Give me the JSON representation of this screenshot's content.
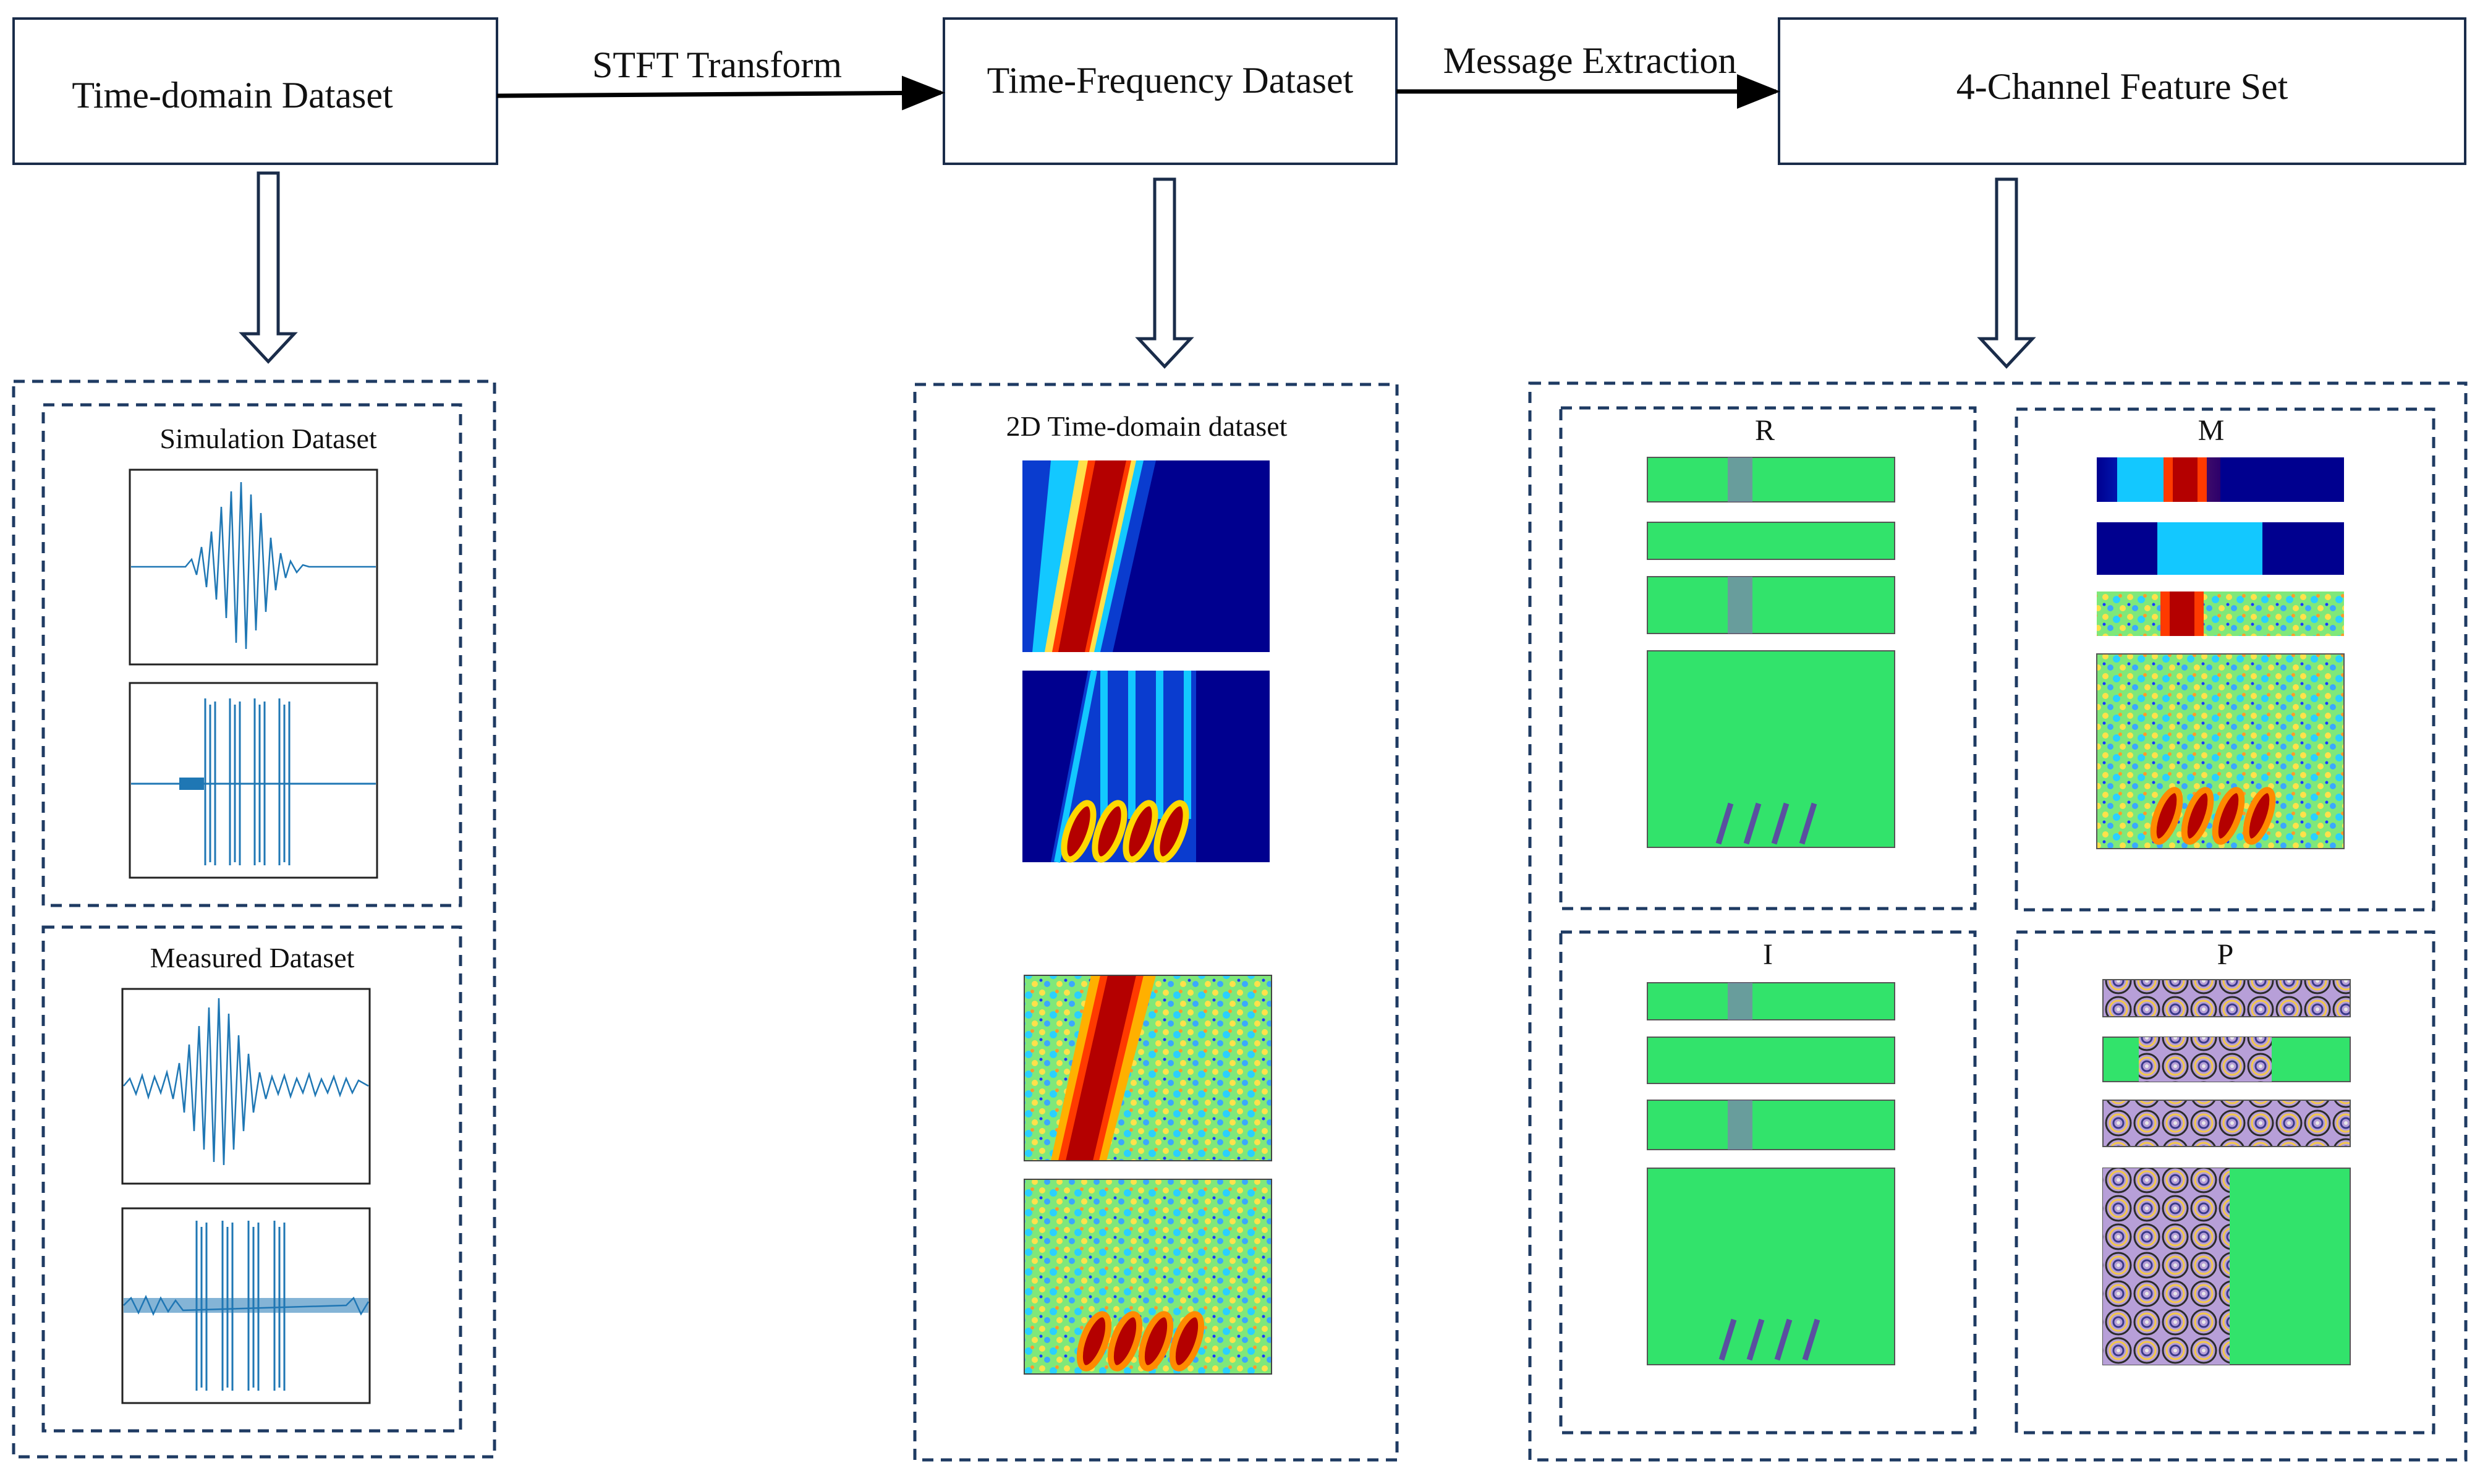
{
  "stages": {
    "time_domain": "Time-domain Dataset",
    "time_frequency": "Time-Frequency Dataset",
    "feature_set": "4-Channel Feature Set"
  },
  "arrows": {
    "stft": "STFT Transform",
    "extraction": "Message Extraction"
  },
  "panels": {
    "simulation": "Simulation Dataset",
    "measured": "Measured Dataset",
    "tf_2d": "2D Time-domain dataset",
    "channels": [
      "R",
      "M",
      "I",
      "P"
    ]
  },
  "colors": {
    "dashed_border": "#1f3b63",
    "signal": "#1f77b4",
    "colormap_low": "#00008f",
    "colormap_high": "#b40000",
    "channel_background": "#32e36b"
  }
}
